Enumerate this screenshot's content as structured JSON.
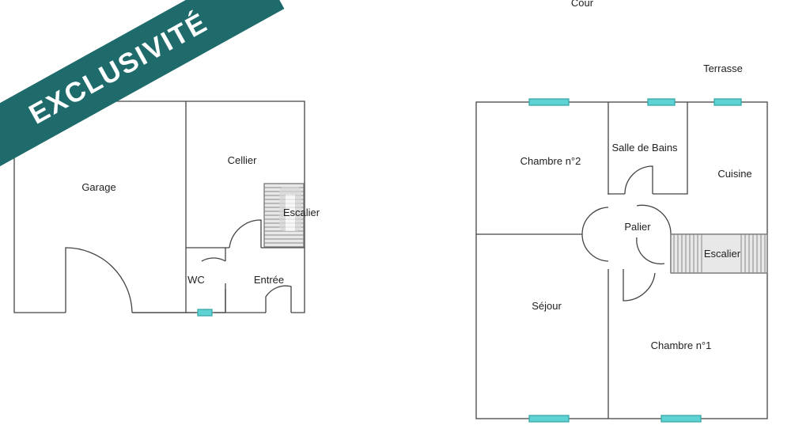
{
  "banner": {
    "text": "EXCLUSIVITÉ"
  },
  "colors": {
    "banner": "#1f6b6b",
    "wall": "#444444",
    "window": "#5fd3d3",
    "stairs": "#9a9a9a",
    "watermark": "#d8d8d8"
  },
  "labels": {
    "cour": "Cour",
    "terrasse": "Terrasse",
    "garage": "Garage",
    "cellier": "Cellier",
    "escalier_ground": "Escalier",
    "wc": "WC",
    "entree": "Entrée",
    "chambre2": "Chambre n°2",
    "salle_de_bains": "Salle de Bains",
    "cuisine": "Cuisine",
    "palier": "Palier",
    "escalier_upper": "Escalier",
    "sejour": "Séjour",
    "chambre1": "Chambre n°1"
  }
}
